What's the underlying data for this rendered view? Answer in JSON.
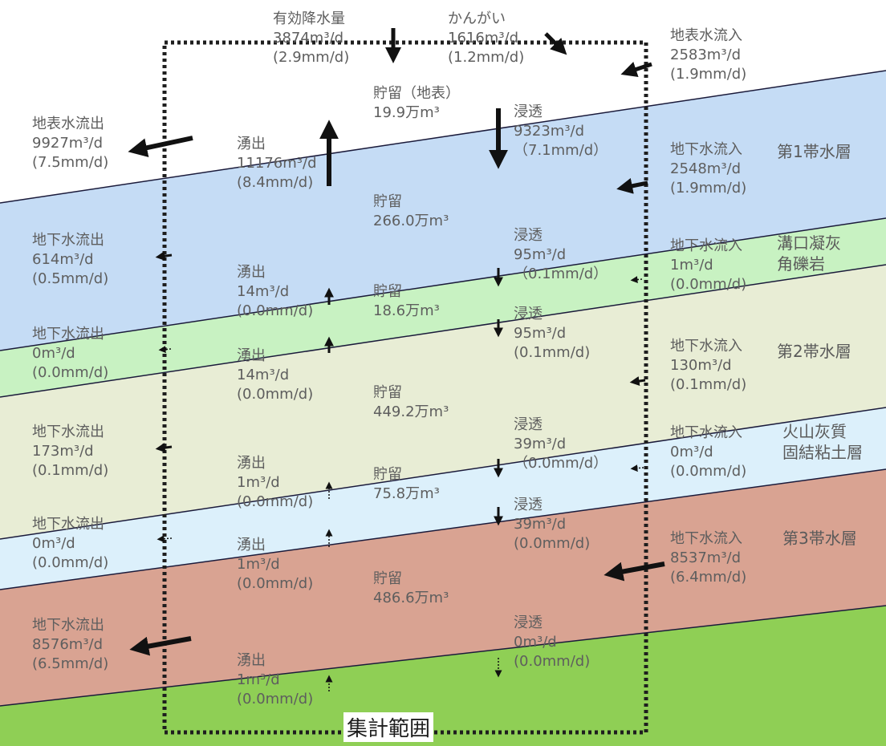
{
  "layer_names": {
    "aquifer1": "第1帯水層",
    "mizoguchi": [
      "溝口凝灰",
      "角礫岩"
    ],
    "aquifer2": "第2帯水層",
    "ash_clay": [
      "火山灰質",
      "固結粘土層"
    ],
    "aquifer3": "第3帯水層"
  },
  "scope_label": "集計範囲",
  "surface": {
    "precipitation": {
      "title": "有効降水量",
      "flow": "3874m³/d",
      "depth": "(2.9mm/d)"
    },
    "irrigation": {
      "title": "かんがい",
      "flow": "1616m³/d",
      "depth": "(1.2mm/d)"
    },
    "inflow": {
      "title": "地表水流入",
      "flow": "2583m³/d",
      "depth": "(1.9mm/d)"
    },
    "outflow": {
      "title": "地表水流出",
      "flow": "9927m³/d",
      "depth": "(7.5mm/d)"
    },
    "storage": {
      "title": "貯留（地表）",
      "value": "19.9万m³"
    },
    "seepage": {
      "title": "浸透",
      "flow": "9323m³/d",
      "depth": "（7.1mm/d）"
    },
    "upwelling": {
      "title": "湧出",
      "flow": "11176m³/d",
      "depth": "(8.4mm/d)"
    }
  },
  "aquifer1": {
    "inflow": {
      "title": "地下水流入",
      "flow": "2548m³/d",
      "depth": "(1.9mm/d)"
    },
    "outflow": {
      "title": "地下水流出",
      "flow": "614m³/d",
      "depth": "(0.5mm/d)"
    },
    "storage": {
      "title": "貯留",
      "value": "266.0万m³"
    },
    "seepage": {
      "title": "浸透",
      "flow": "95m³/d",
      "depth": "（0.1mm/d）"
    },
    "upwelling": {
      "title": "湧出",
      "flow": "14m³/d",
      "depth": "(0.0mm/d)"
    }
  },
  "mizoguchi": {
    "inflow": {
      "title": "地下水流入",
      "flow": "1m³/d",
      "depth": "(0.0mm/d)"
    },
    "outflow": {
      "title": "地下水流出",
      "flow": "0m³/d",
      "depth": "(0.0mm/d)"
    },
    "storage": {
      "title": "貯留",
      "value": "18.6万m³"
    },
    "seepage": {
      "title": "浸透",
      "flow": "95m³/d",
      "depth": "(0.1mm/d)"
    },
    "upwelling": {
      "title": "湧出",
      "flow": "14m³/d",
      "depth": "(0.0mm/d)"
    }
  },
  "aquifer2": {
    "inflow": {
      "title": "地下水流入",
      "flow": "130m³/d",
      "depth": "(0.1mm/d)"
    },
    "outflow": {
      "title": "地下水流出",
      "flow": "173m³/d",
      "depth": "(0.1mm/d)"
    },
    "storage": {
      "title": "貯留",
      "value": "449.2万m³"
    },
    "seepage": {
      "title": "浸透",
      "flow": "39m³/d",
      "depth": "（0.0mm/d）"
    },
    "upwelling": {
      "title": "湧出",
      "flow": "1m³/d",
      "depth": "(0.0mm/d)"
    }
  },
  "ash_clay": {
    "inflow": {
      "title": "地下水流入",
      "flow": "0m³/d",
      "depth": "(0.0mm/d)"
    },
    "outflow": {
      "title": "地下水流出",
      "flow": "0m³/d",
      "depth": "(0.0mm/d)"
    },
    "storage": {
      "title": "貯留",
      "value": "75.8万m³"
    },
    "seepage": {
      "title": "浸透",
      "flow": "39m³/d",
      "depth": "(0.0mm/d)"
    },
    "upwelling": {
      "title": "湧出",
      "flow": "1m³/d",
      "depth": "(0.0mm/d)"
    }
  },
  "aquifer3": {
    "inflow": {
      "title": "地下水流入",
      "flow": "8537m³/d",
      "depth": "(6.4mm/d)"
    },
    "outflow": {
      "title": "地下水流出",
      "flow": "8576m³/d",
      "depth": "(6.5mm/d)"
    },
    "storage": {
      "title": "貯留",
      "value": "486.6万m³"
    },
    "seepage": {
      "title": "浸透",
      "flow": "0m³/d",
      "depth": "(0.0mm/d)"
    },
    "upwelling": {
      "title": "湧出",
      "flow": "1m³/d",
      "depth": "(0.0mm/d)"
    }
  },
  "colors": {
    "aquifer1": "#c5dcf5",
    "mizoguchi": "#c8f2c2",
    "aquifer2": "#e8edd5",
    "ash_clay": "#dcf0fb",
    "aquifer3": "#d9a392",
    "bedrock": "#8fcf55",
    "boundary_line": "#1a1a3a",
    "arrow": "#111111"
  }
}
